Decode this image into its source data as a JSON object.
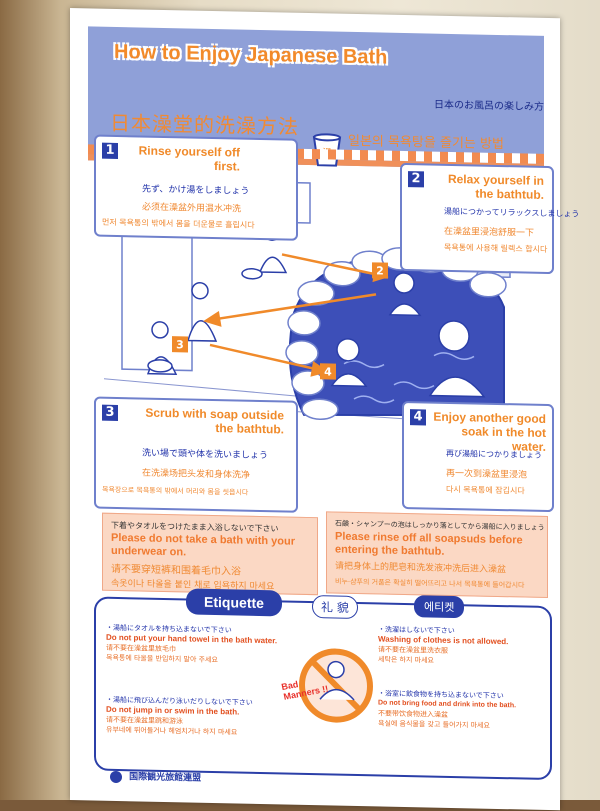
{
  "header": {
    "title_en": "How to Enjoy Japanese Bath",
    "title_jp": "日本のお風呂の楽しみ方",
    "title_cn": "日本澡堂的洗澡方法",
    "title_kr": "일본의 목욕탕을 즐기는 방법"
  },
  "steps": [
    {
      "num": "1",
      "en": "Rinse yourself off first.",
      "jp": "先ず、かけ湯をしましょう",
      "cn": "必须在澡盆外用温水冲洗",
      "kr": "먼저 목욕통의 밖에서 몸을 더운물로 흘립시다"
    },
    {
      "num": "2",
      "en": "Relax yourself in the bathtub.",
      "jp": "湯船につかってリラックスしましょう",
      "cn": "在澡盆里浸泡舒服一下",
      "kr": "목욕통에 사용해 릴렉스 합시다"
    },
    {
      "num": "3",
      "en": "Scrub with soap outside the bathtub.",
      "jp": "洗い場で頭や体を洗いましょう",
      "cn": "在洗澡场把头发和身体洗净",
      "kr": "목욕장으로 목욕통의 밖에서 머리와 몸을 씻읍시다"
    },
    {
      "num": "4",
      "en": "Enjoy another good soak in the hot water.",
      "jp": "再び湯船につかりましょう",
      "cn": "再一次到澡盆里浸泡",
      "kr": "다시 목욕통에 잠깁시다"
    }
  ],
  "warnings": [
    {
      "jp": "下着やタオルをつけたまま入浴しないで下さい",
      "en": "Please do not take a bath with your underwear on.",
      "cn": "请不要穿短裤和围着毛巾入浴",
      "kr": "속옷이나 타올을 붙인 채로 입욕하지 마세요"
    },
    {
      "jp": "石鹸・シャンプーの泡はしっかり落としてから湯船に入りましょう",
      "en": "Please rinse off all soapsuds before entering the bathtub.",
      "cn": "请把身体上的肥皂和洗发液冲洗后进入澡盆",
      "kr": "비누·샴푸의 거품은 확실히 떨어뜨리고 나서 목욕통에 들어갑시다"
    }
  ],
  "etiquette": {
    "title": "Etiquette",
    "title_cn": "礼 貌",
    "title_kr": "에티켓",
    "badge": "Bad Manners !!",
    "rules": [
      {
        "jp": "・湯船にタオルを持ち込まないで下さい",
        "en": "Do not put your hand towel in the bath water.",
        "cn": "请不要在澡盆里放毛巾",
        "kr": "목욕통에 타올을 반입하지 말아 주세요"
      },
      {
        "jp": "・湯船に飛び込んだり泳いだりしないで下さい",
        "en": "Do not jump in or swim in the bath.",
        "cn": "请不要在澡盆里跳和游泳",
        "kr": "유부네에 뛰어들거나 헤엄치거나 하지 마세요"
      },
      {
        "jp": "・洗濯はしないで下さい",
        "en": "Washing of clothes is not allowed.",
        "cn": "请不要在澡盆里洗衣服",
        "kr": "세탁은 하지 마세요"
      },
      {
        "jp": "・浴室に飲食物を持ち込まないで下さい",
        "en": "Do not bring food and drink into the bath.",
        "cn": "不要带饮食物进入澡盆",
        "kr": "욕실에 음식물을 갖고 들어가지 마세요"
      }
    ]
  },
  "footer": {
    "org": "国際観光旅館連盟"
  },
  "colors": {
    "accent": "#f08a2a",
    "navy": "#2b3fa8",
    "lavender": "#8fa0d8",
    "water": "#3d4fb8"
  }
}
